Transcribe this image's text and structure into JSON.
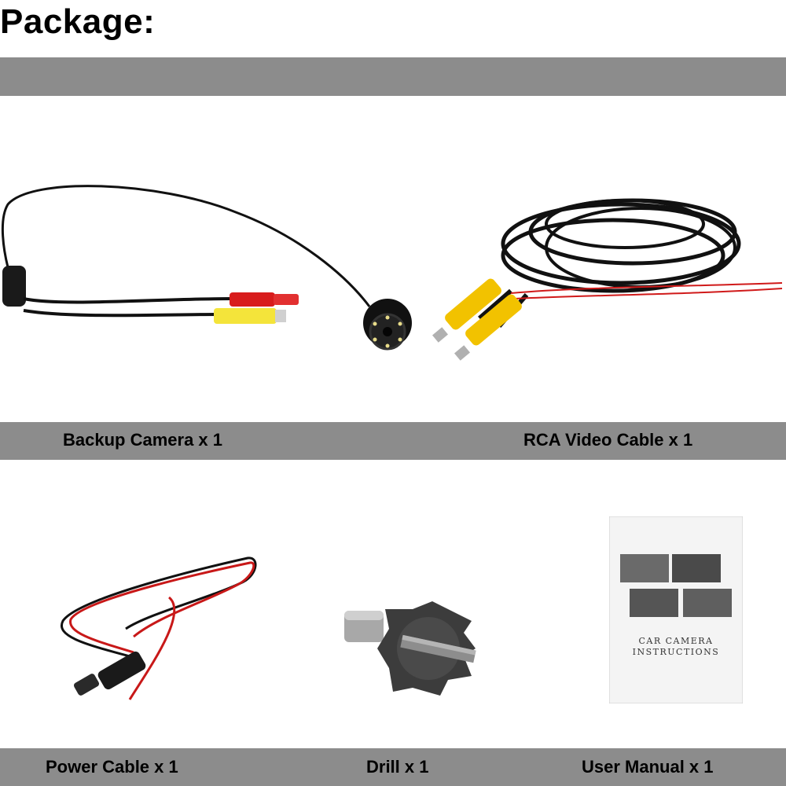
{
  "heading": "Package:",
  "items": [
    {
      "label": "Backup Camera x 1"
    },
    {
      "label": "RCA Video Cable x 1"
    },
    {
      "label": "Power Cable x 1"
    },
    {
      "label": "Drill x 1"
    },
    {
      "label": "User Manual x 1"
    }
  ],
  "manual": {
    "title_line1": "CAR CAMERA",
    "title_line2": "INSTRUCTIONS"
  },
  "colors": {
    "band": "#8c8c8c",
    "rca_yellow": "#f2c200",
    "cable_red": "#d01a1a",
    "cable_black": "#111111"
  }
}
